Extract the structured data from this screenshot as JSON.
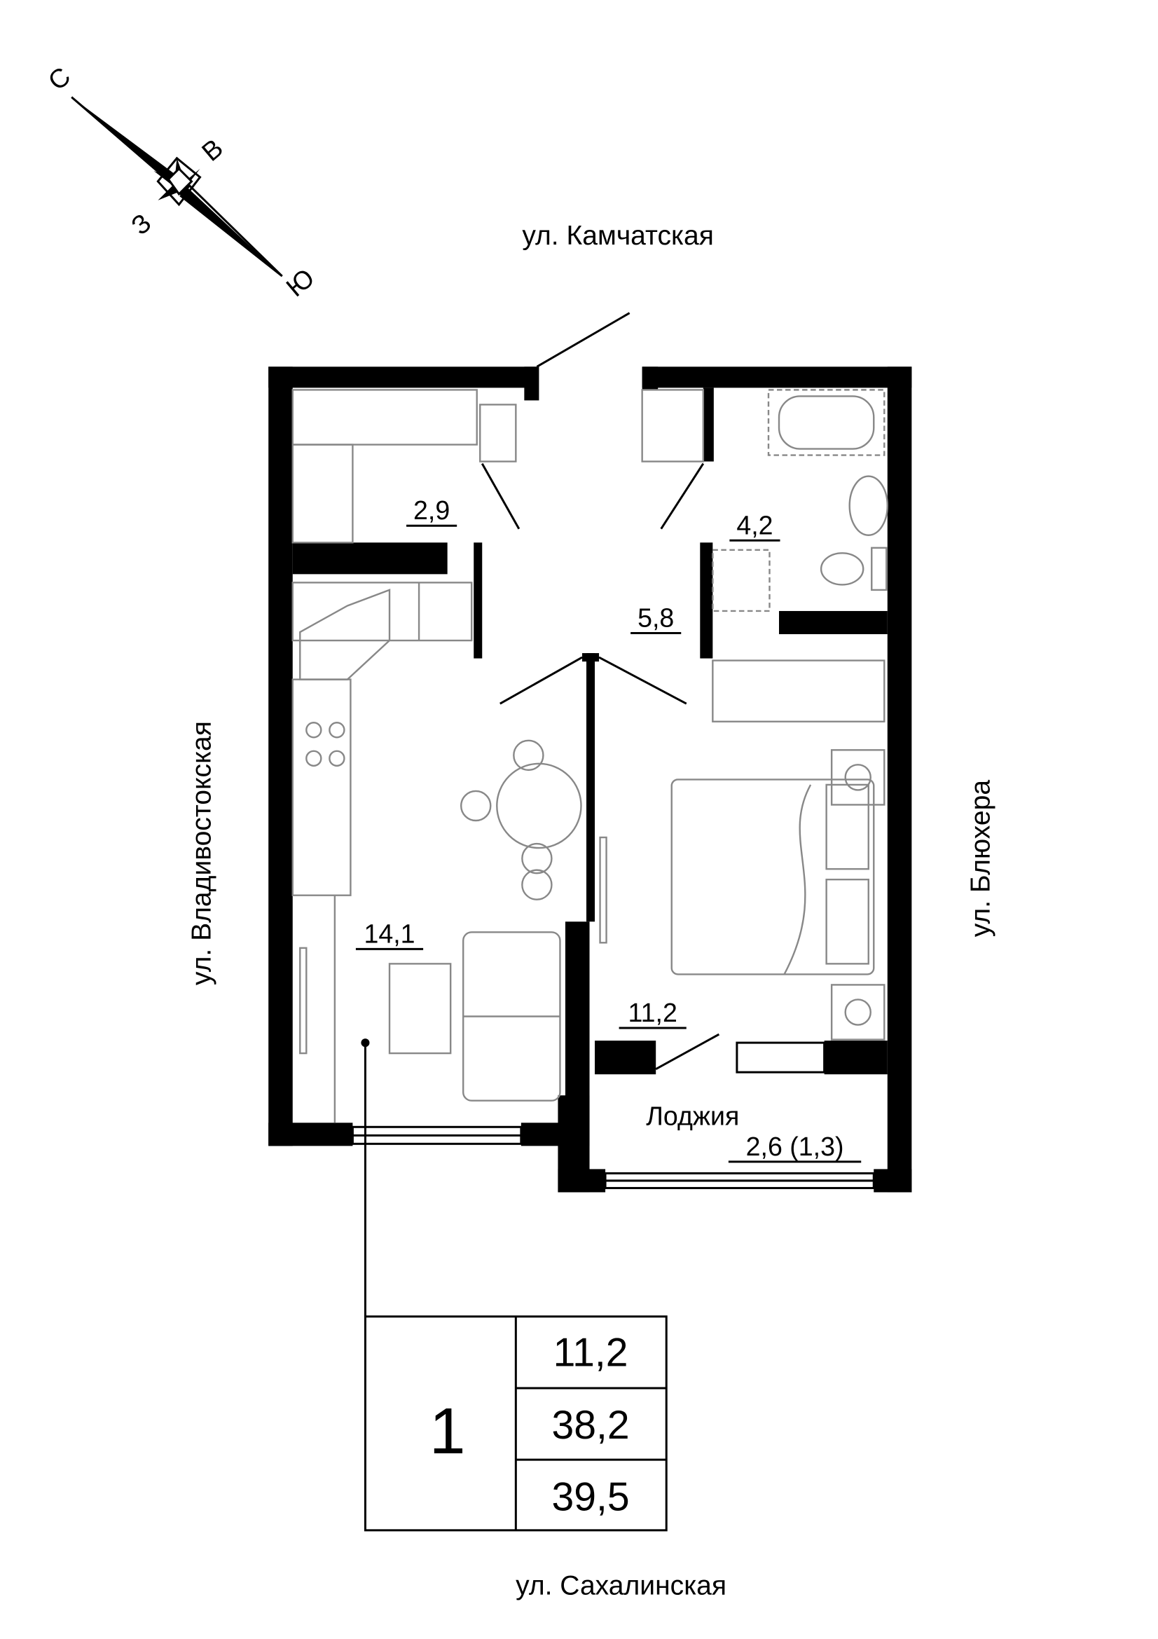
{
  "compass": {
    "north": "С",
    "east": "В",
    "west": "З",
    "south": "Ю"
  },
  "streets": {
    "top": "ул. Камчатская",
    "left": "ул. Владивостокская",
    "right": "ул. Блюхера",
    "bottom": "ул. Сахалинская"
  },
  "rooms": {
    "wardrobe": "2,9",
    "bathroom": "4,2",
    "hall": "5,8",
    "kitchen_living": "14,1",
    "bedroom": "11,2",
    "loggia_name": "Лоджия",
    "loggia_area": "2,6 (1,3)"
  },
  "summary": {
    "rooms_count": "1",
    "living_area": "11,2",
    "total_area": "38,2",
    "total_with_loggia": "39,5"
  }
}
